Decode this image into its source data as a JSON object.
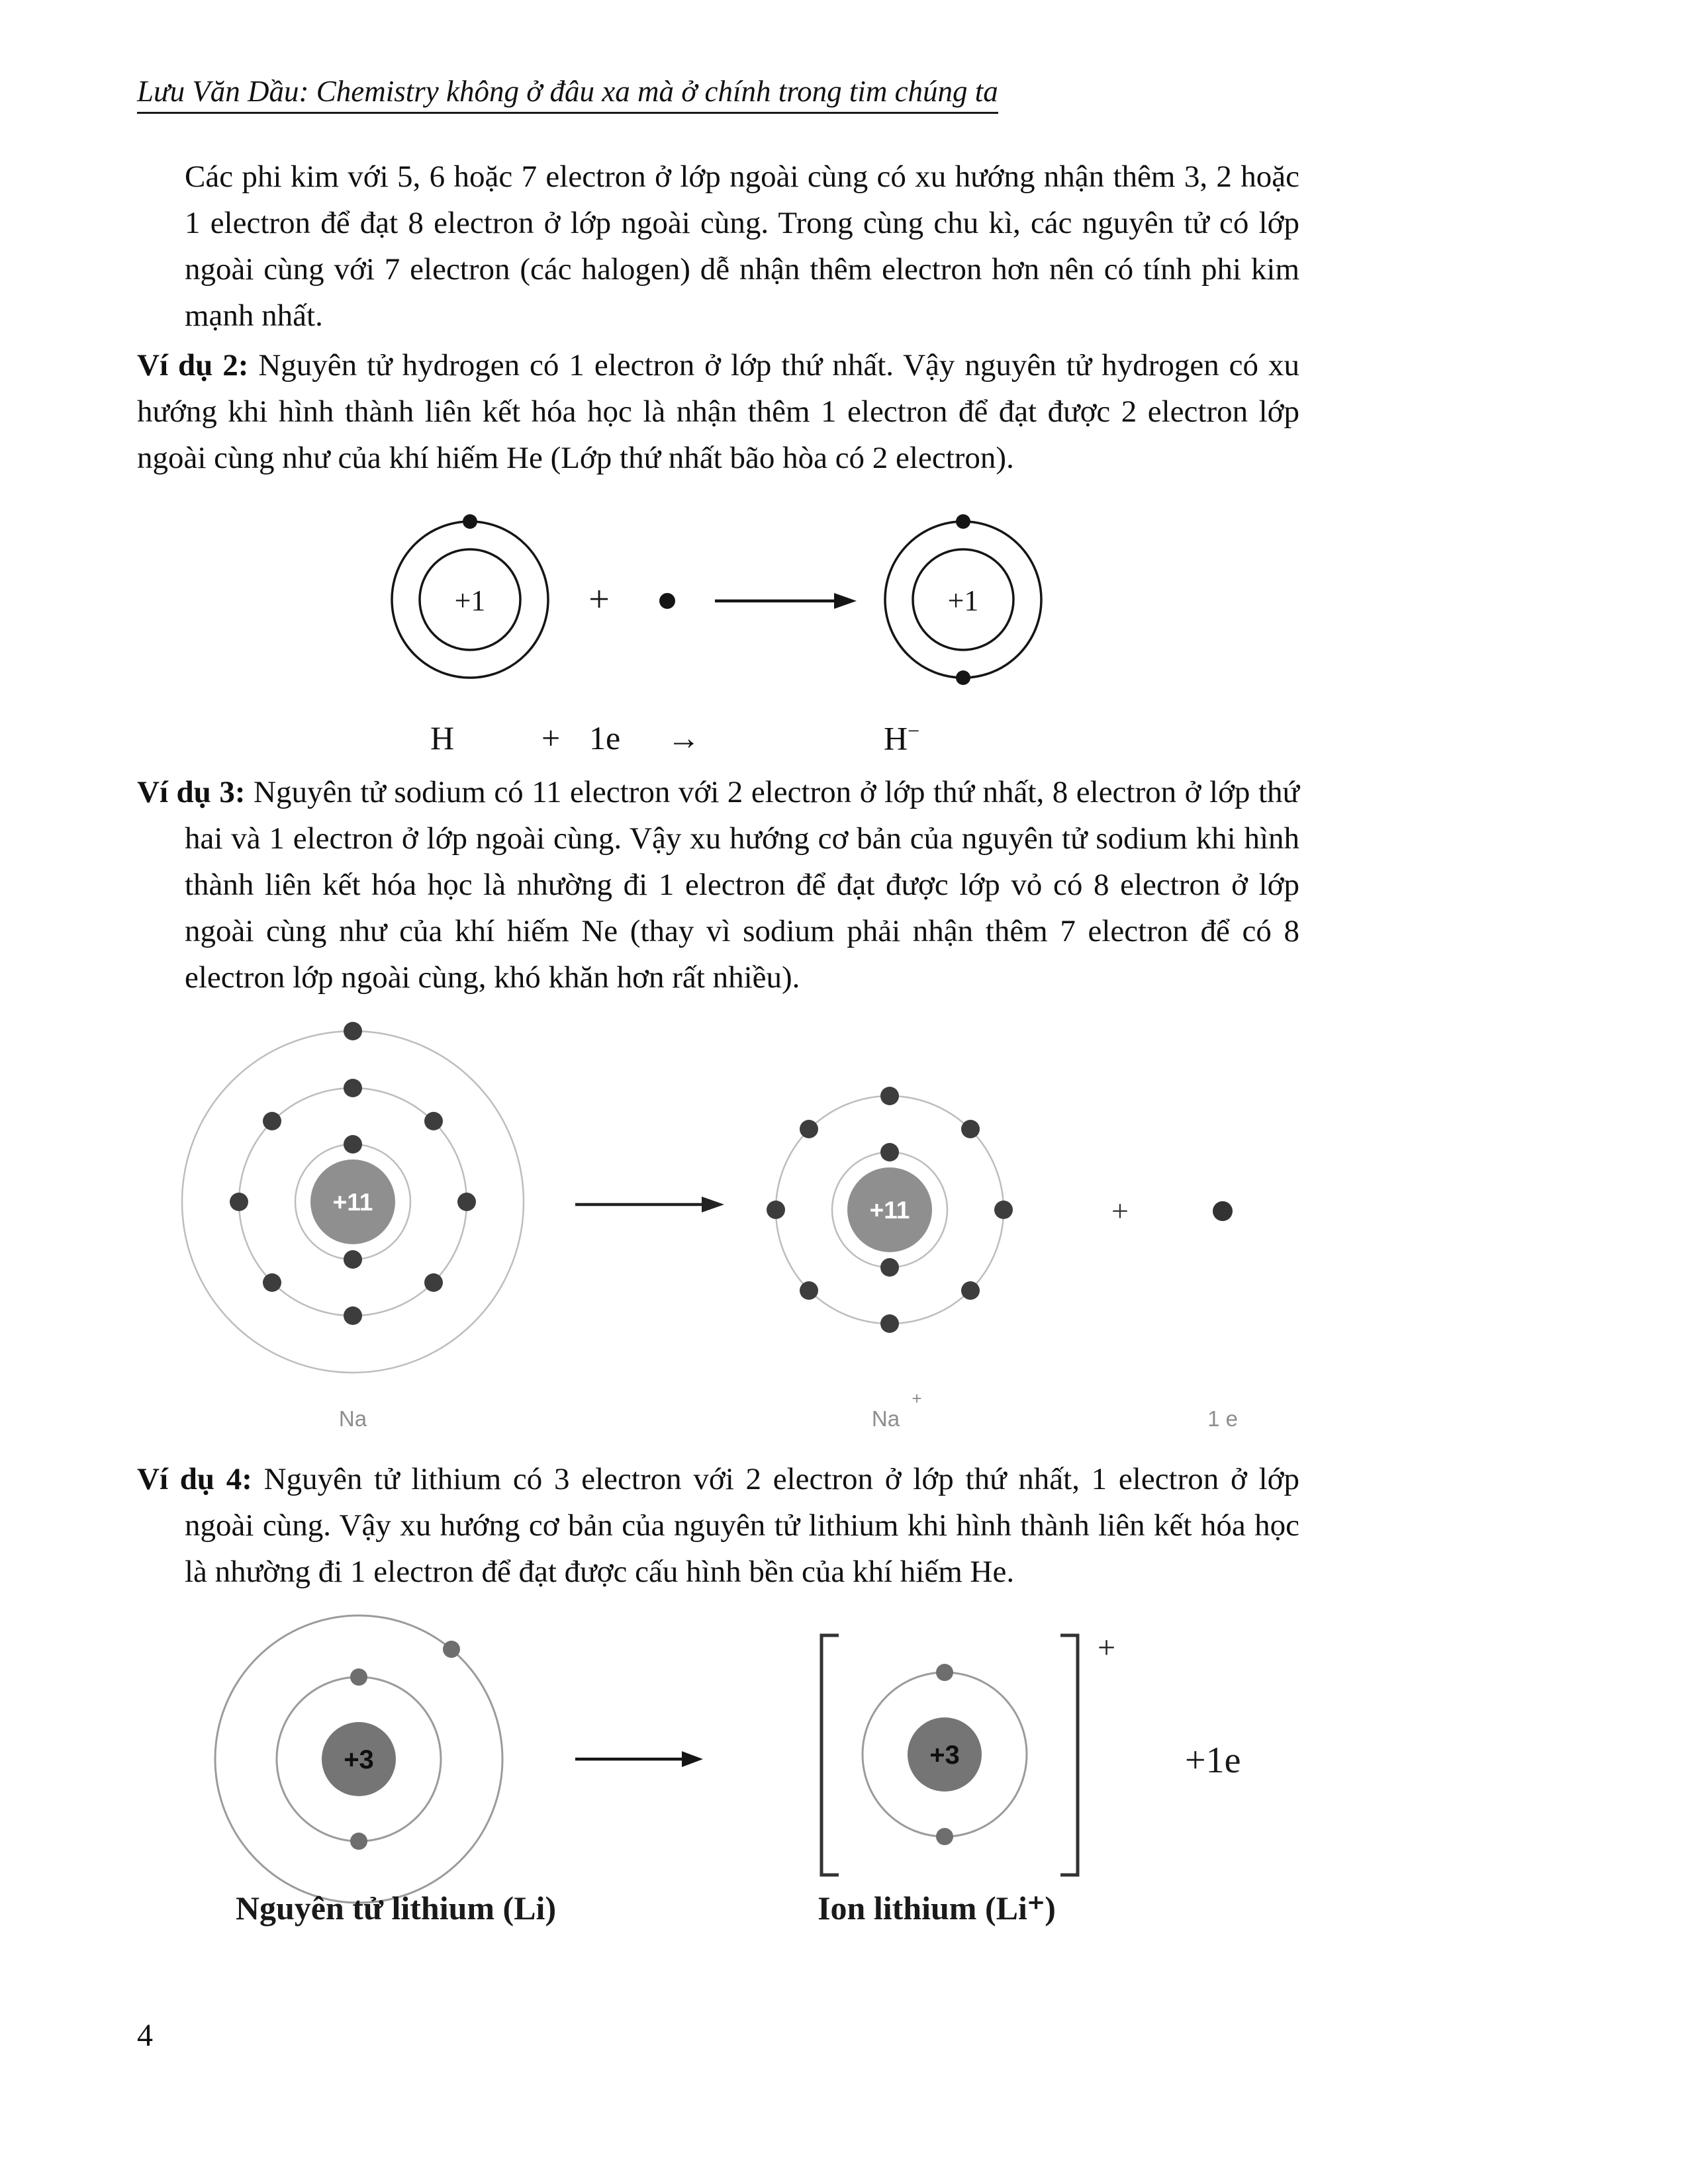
{
  "header": {
    "title": "Lưu Văn Dầu: Chemistry không ở đâu xa mà ở chính trong tim chúng ta"
  },
  "paragraphs": {
    "intro": "Các phi kim với 5, 6 hoặc 7 electron ở lớp ngoài cùng có xu hướng nhận thêm 3, 2 hoặc 1 electron để đạt 8 electron ở lớp ngoài cùng. Trong cùng chu kì, các nguyên tử có lớp ngoài cùng với 7 electron (các halogen) dễ nhận thêm electron hơn nên có tính phi kim mạnh nhất.",
    "vd2_label": "Ví dụ 2:",
    "vd2_body": " Nguyên tử hydrogen có 1 electron ở lớp thứ nhất. Vậy nguyên tử hydrogen có xu hướng khi hình thành liên kết hóa học là nhận thêm 1 electron để đạt được 2 electron lớp ngoài cùng như của khí hiếm He (Lớp thứ nhất bão hòa có 2 electron).",
    "vd3_label": "Ví dụ 3:",
    "vd3_body": " Nguyên tử sodium có 11 electron với 2 electron ở lớp thứ nhất, 8 electron ở lớp thứ hai và 1 electron ở lớp ngoài cùng. Vậy xu hướng cơ bản của nguyên tử sodium khi hình thành liên kết hóa học là nhường đi 1 electron để đạt được lớp vỏ có 8 electron ở lớp ngoài cùng như của khí hiếm Ne (thay vì sodium phải nhận thêm 7 electron để có 8 electron lớp ngoài cùng, khó khăn hơn rất nhiều).",
    "vd4_label": "Ví dụ 4:",
    "vd4_body": " Nguyên tử lithium có 3 electron với 2 electron ở lớp thứ nhất, 1 electron ở lớp ngoài cùng. Vậy xu hướng cơ bản của nguyên tử lithium khi hình thành liên kết hóa học là nhường đi 1 electron để đạt được cấu hình bền của khí hiếm He."
  },
  "hydrogen_diagram": {
    "nucleus_label": "+1",
    "plus": "+",
    "equation": {
      "reactant": "H",
      "plus": "+",
      "electron": "1e",
      "arrow": "→",
      "product": "H",
      "product_charge": "−"
    }
  },
  "sodium_diagram": {
    "nucleus_label": "+11",
    "plus": "+",
    "label_atom": "Na",
    "label_ion_base": "Na",
    "label_ion_charge": "+",
    "label_electron": "1 e"
  },
  "lithium_diagram": {
    "nucleus_label": "+3",
    "ion_charge": "+",
    "electron_label": "+1e",
    "caption_atom": "Nguyên tử lithium (Li)",
    "caption_ion": "Ion lithium (Li⁺)"
  },
  "page_number": "4",
  "colors": {
    "sodium_nucleus": "#8f8f8f",
    "lithium_nucleus": "#757575",
    "electron_dark": "#3d3d3d",
    "shell_gray": "#bdbdbd",
    "text": "#111111"
  }
}
